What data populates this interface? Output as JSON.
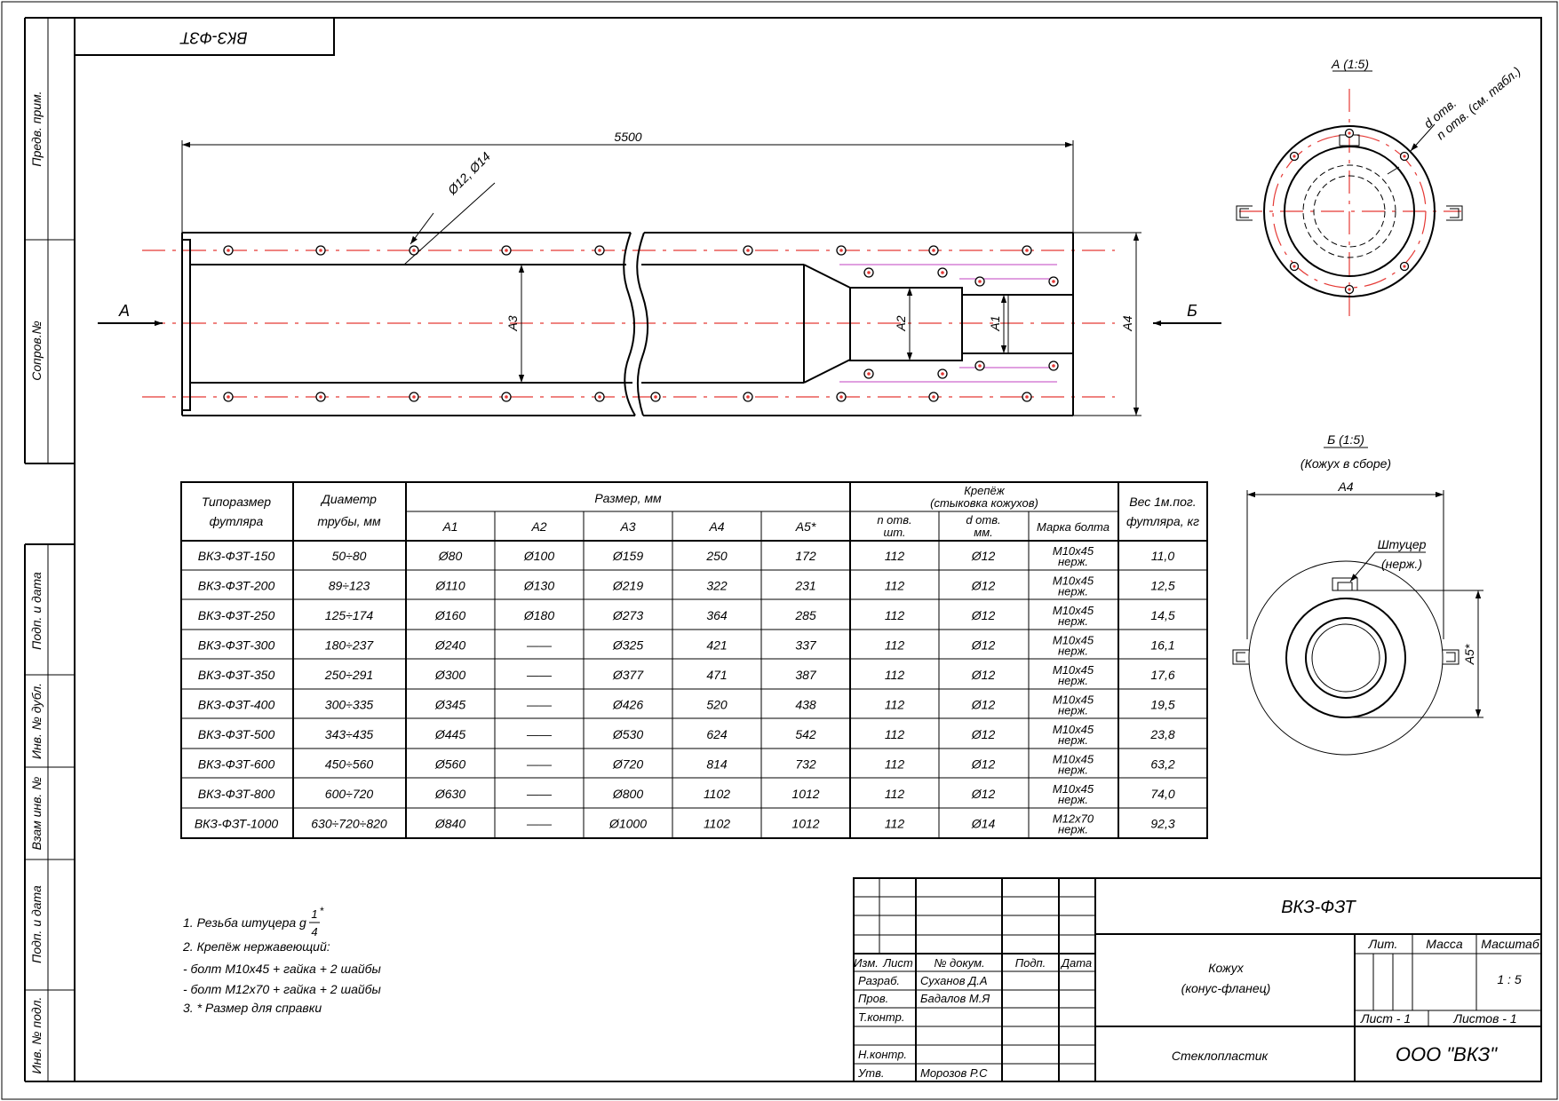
{
  "stamp_top": "ВКЗ-ФЗТ",
  "side_labels": [
    "Предв. прим.",
    "Сопров.№",
    "Подп. и дата",
    "Инв. № дубл.",
    "Взам инв. №",
    "Подп. и дата",
    "Инв. № подл."
  ],
  "main_view": {
    "length": "5500",
    "hole_callout": "Ø12, Ø14",
    "arrow_a": "А",
    "arrow_b": "Б",
    "dims": [
      "А3",
      "А2",
      "А1",
      "А4"
    ]
  },
  "view_a": {
    "title": "А (1:5)",
    "hole_d": "d отв.",
    "hole_n": "n отв. (см. табл.)"
  },
  "view_b": {
    "title": "Б (1:5)",
    "subtitle": "(Кожух в сборе)",
    "dim_top": "А4",
    "dim_side": "А5*",
    "fitting_line1": "Штуцер",
    "fitting_line2": "(нерж.)"
  },
  "table": {
    "h_type": [
      "Типоразмер",
      "футляра"
    ],
    "h_diam": [
      "Диаметр",
      "трубы, мм"
    ],
    "h_size": "Размер, мм",
    "h_sizes": [
      "А1",
      "А2",
      "А3",
      "А4",
      "А5*"
    ],
    "h_fast": [
      "Крепёж",
      "(стыковка кожухов)"
    ],
    "h_nholes": [
      "n отв.",
      "шт."
    ],
    "h_dholes": [
      "d отв.",
      "мм."
    ],
    "h_bolt": "Марка болта",
    "h_weight": [
      "Вес 1м.пог.",
      "футляра, кг"
    ],
    "rows": [
      [
        "ВКЗ-ФЗТ-150",
        "50÷80",
        "Ø80",
        "Ø100",
        "Ø159",
        "250",
        "172",
        "112",
        "Ø12",
        "M10x45",
        "нерж.",
        "11,0"
      ],
      [
        "ВКЗ-ФЗТ-200",
        "89÷123",
        "Ø110",
        "Ø130",
        "Ø219",
        "322",
        "231",
        "112",
        "Ø12",
        "M10x45",
        "нерж.",
        "12,5"
      ],
      [
        "ВКЗ-ФЗТ-250",
        "125÷174",
        "Ø160",
        "Ø180",
        "Ø273",
        "364",
        "285",
        "112",
        "Ø12",
        "M10x45",
        "нерж.",
        "14,5"
      ],
      [
        "ВКЗ-ФЗТ-300",
        "180÷237",
        "Ø240",
        "——",
        "Ø325",
        "421",
        "337",
        "112",
        "Ø12",
        "M10x45",
        "нерж.",
        "16,1"
      ],
      [
        "ВКЗ-ФЗТ-350",
        "250÷291",
        "Ø300",
        "——",
        "Ø377",
        "471",
        "387",
        "112",
        "Ø12",
        "M10x45",
        "нерж.",
        "17,6"
      ],
      [
        "ВКЗ-ФЗТ-400",
        "300÷335",
        "Ø345",
        "——",
        "Ø426",
        "520",
        "438",
        "112",
        "Ø12",
        "M10x45",
        "нерж.",
        "19,5"
      ],
      [
        "ВКЗ-ФЗТ-500",
        "343÷435",
        "Ø445",
        "——",
        "Ø530",
        "624",
        "542",
        "112",
        "Ø12",
        "M10x45",
        "нерж.",
        "23,8"
      ],
      [
        "ВКЗ-ФЗТ-600",
        "450÷560",
        "Ø560",
        "——",
        "Ø720",
        "814",
        "732",
        "112",
        "Ø12",
        "M10x45",
        "нерж.",
        "63,2"
      ],
      [
        "ВКЗ-ФЗТ-800",
        "600÷720",
        "Ø630",
        "——",
        "Ø800",
        "1102",
        "1012",
        "112",
        "Ø12",
        "M10x45",
        "нерж.",
        "74,0"
      ],
      [
        "ВКЗ-ФЗТ-1000",
        "630÷720÷820",
        "Ø840",
        "——",
        "Ø1000",
        "1102",
        "1012",
        "112",
        "Ø14",
        "M12x70",
        "нерж.",
        "92,3"
      ]
    ]
  },
  "notes": {
    "n1": "1. Резьба штуцера g",
    "n1_num": "1",
    "n1_star": "*",
    "n1_den": "4",
    "n2": "2. Крепёж нержавеющий:",
    "n3": "- болт М10х45 + гайка + 2 шайбы",
    "n4": "- болт М12х70 + гайка + 2 шайбы",
    "n5": "3. * Размер для справки"
  },
  "title_block": {
    "code": "ВКЗ-ФЗТ",
    "name1": "Кожух",
    "name2": "(конус-фланец)",
    "material": "Стеклопластик",
    "company": "ООО \"ВКЗ\"",
    "lit": "Лит.",
    "mass": "Масса",
    "scale_label": "Масштаб",
    "scale": "1 : 5",
    "sheet": "Лист - 1",
    "sheets": "Листов - 1",
    "hdr": [
      "Изм.",
      "Лист",
      "№ докум.",
      "Подп.",
      "Дата"
    ],
    "roles": [
      "Разраб.",
      "Пров.",
      "Т.контр.",
      "Н.контр.",
      "Утв."
    ],
    "names": [
      "Суханов Д.А",
      "Бадалов М.Я",
      "Морозов Р.С"
    ]
  }
}
